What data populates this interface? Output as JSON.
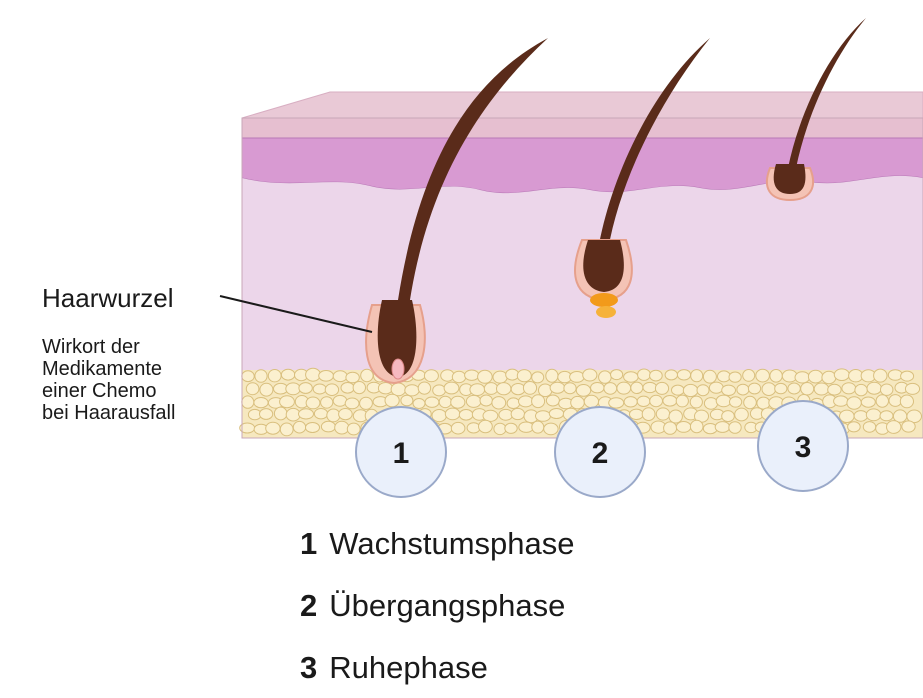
{
  "callout": {
    "title": "Haarwurzel",
    "description_lines": [
      "Wirkort der",
      "Medikamente",
      "einer Chemo",
      "bei Haarausfall"
    ]
  },
  "phase_markers": [
    "1",
    "2",
    "3"
  ],
  "legend": [
    {
      "number": "1",
      "label": "Wachstumsphase"
    },
    {
      "number": "2",
      "label": "Übergangsphase"
    },
    {
      "number": "3",
      "label": "Ruhephase"
    }
  ],
  "colors": {
    "skin_top": "#e8c2d1",
    "epidermis": "#d79bd0",
    "dermis": "#ebd3e8",
    "fat": "#f6e6b8",
    "hair": "#5a2b1a",
    "bulb_accent": "#f29a1a",
    "marker_fill": "#eaf0fb"
  }
}
